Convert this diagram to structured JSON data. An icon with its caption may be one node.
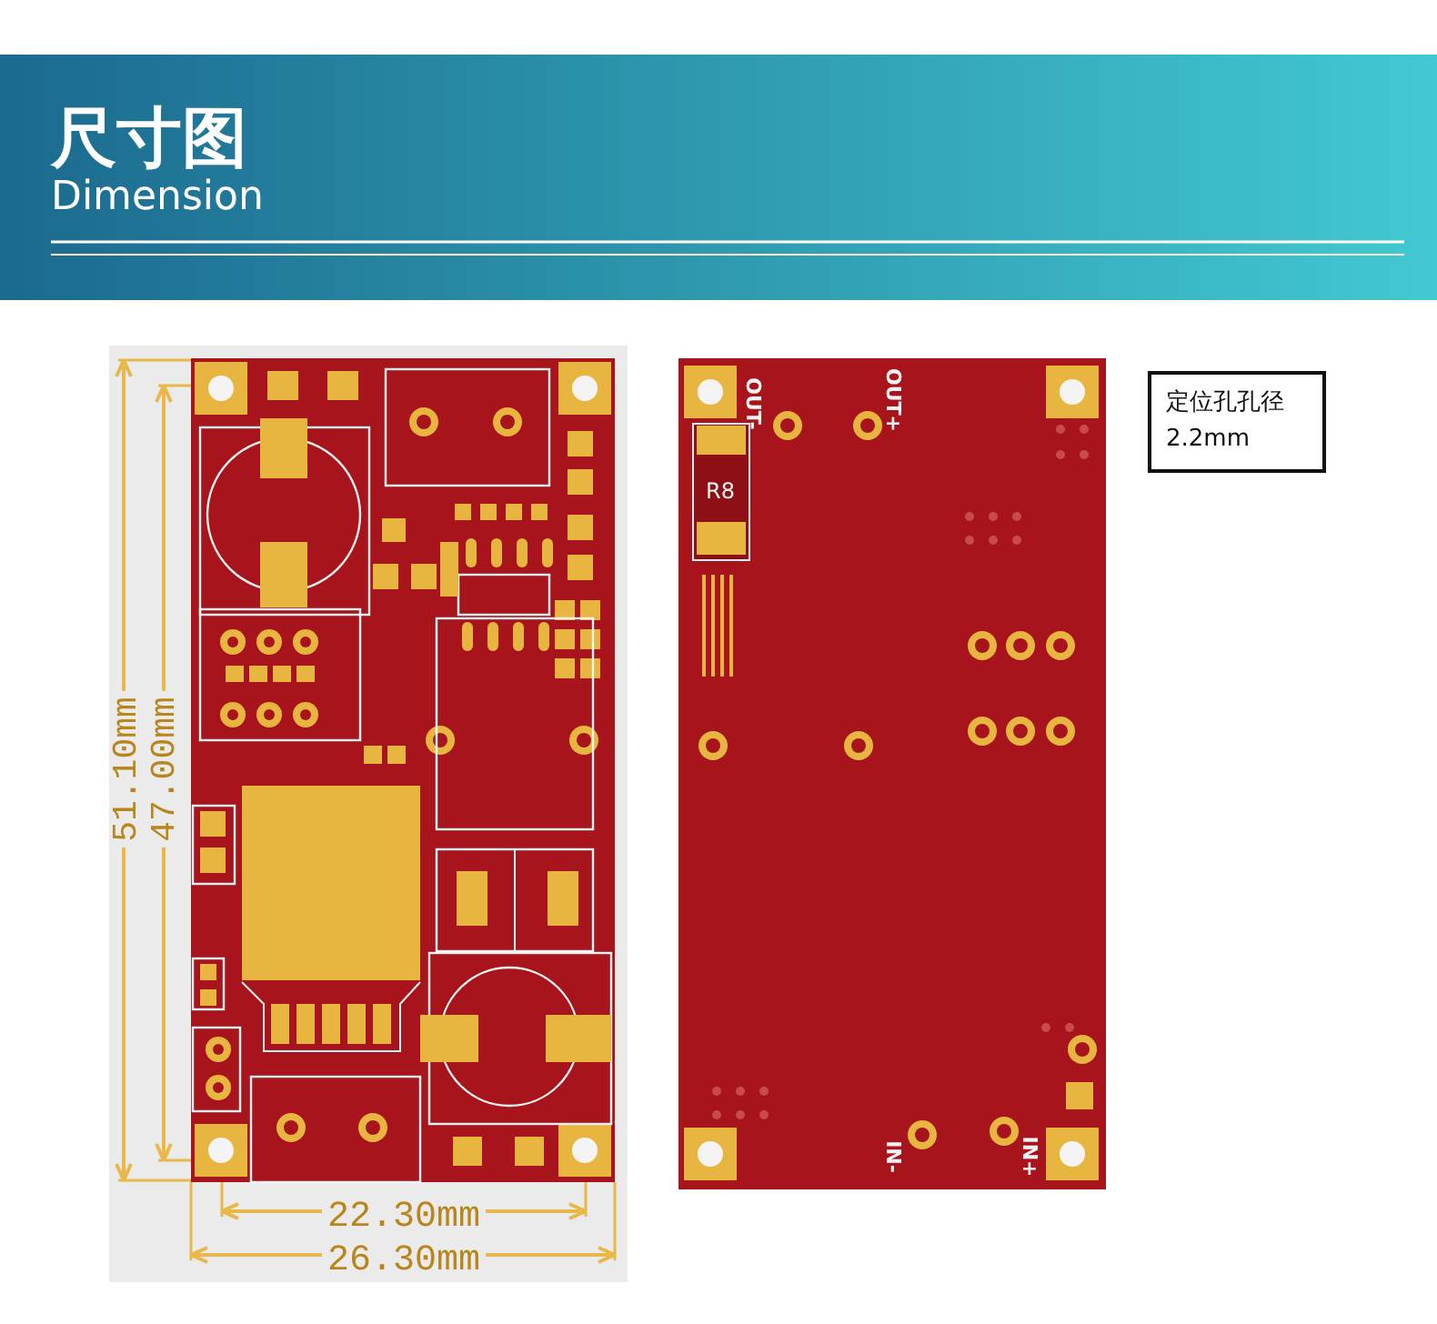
{
  "diagram": {
    "title": "尺寸图",
    "nodes": [
      {
        "text": [
          "定位孔孔径",
          "2.2mm"
        ]
      }
    ],
    "labels": [
      "Dimension",
      "51.10mm",
      "47.00mm",
      "22.30mm",
      "26.30mm",
      "R8",
      "OUT-",
      "OUT+",
      "IN-",
      "IN+"
    ]
  }
}
